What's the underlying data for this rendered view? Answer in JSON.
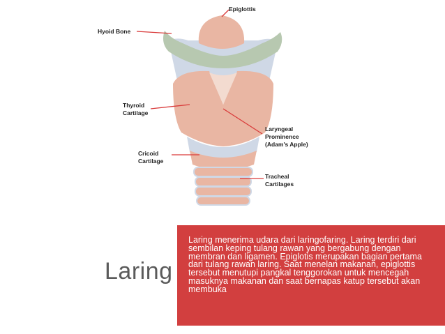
{
  "diagram": {
    "labels": {
      "epiglottis": "Epiglottis",
      "hyoid_bone": "Hyoid Bone",
      "thyroid_line1": "Thyroid",
      "thyroid_line2": "Cartilage",
      "laryngeal_line1": "Laryngeal",
      "laryngeal_line2": "Prominence",
      "laryngeal_line3": "(Adam's Apple)",
      "cricoid_line1": "Cricoid",
      "cricoid_line2": "Cartilage",
      "tracheal_line1": "Tracheal",
      "tracheal_line2": "Cartilages"
    },
    "colors": {
      "cartilage": "#e9b6a3",
      "hyoid": "#b7c8b0",
      "membrane": "#cfd8e6",
      "pointer": "#d93a3a"
    }
  },
  "slide": {
    "title": "Laring",
    "description": "Laring menerima udara dari laringofaring. Laring terdiri dari sembilan keping tulang rawan yang bergabung dengan membran dan ligamen. Epiglotis merupakan bagian pertama dari tulang rawan laring. Saat menelan makanan, epiglottis tersebut menutupi pangkal tenggorokan untuk mencegah masuknya makanan dan saat bernapas katup tersebut akan membuka",
    "panel_color": "#d23f3f"
  }
}
